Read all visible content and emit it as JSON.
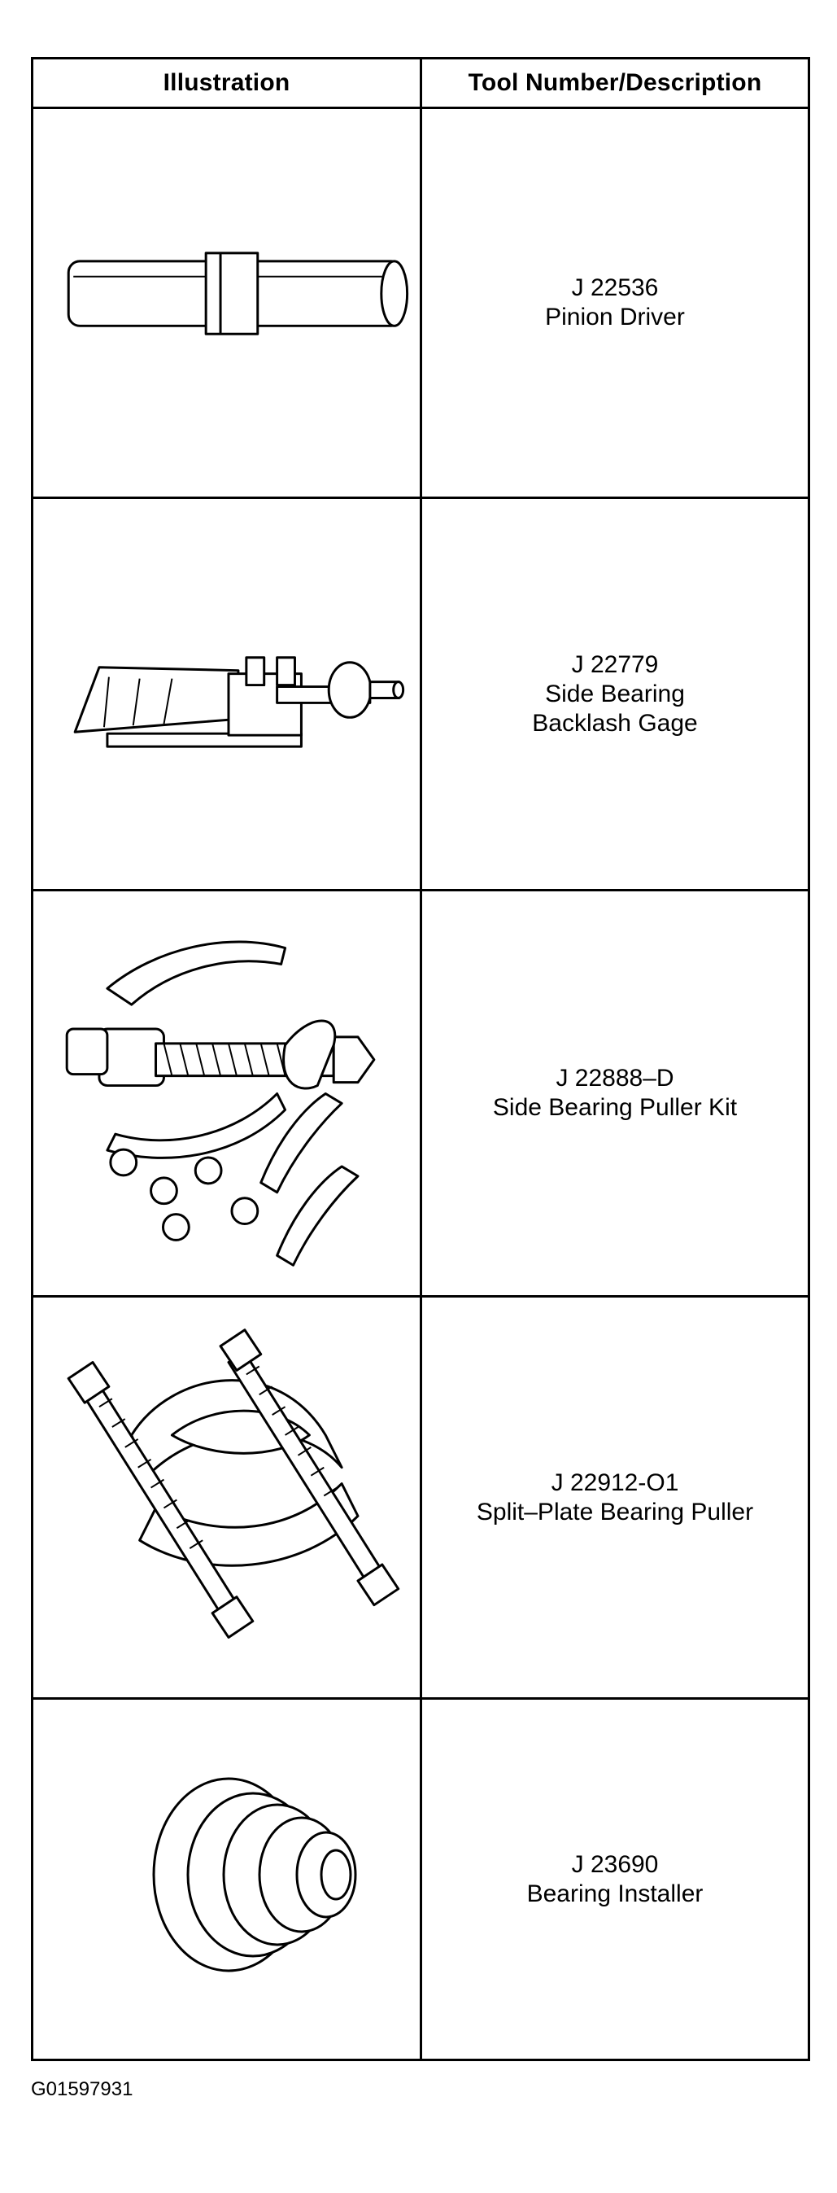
{
  "header": {
    "illustration": "Illustration",
    "description": "Tool Number/Description"
  },
  "rows": [
    {
      "number": "J 22536",
      "lines": [
        "Pinion Driver"
      ],
      "icon": "pinion-driver-icon"
    },
    {
      "number": "J 22779",
      "lines": [
        "Side Bearing",
        "Backlash Gage"
      ],
      "icon": "backlash-gage-icon"
    },
    {
      "number": "J 22888–D",
      "lines": [
        "Side Bearing Puller Kit"
      ],
      "icon": "bearing-puller-kit-icon"
    },
    {
      "number": "J 22912-O1",
      "lines": [
        "Split–Plate Bearing Puller"
      ],
      "icon": "split-plate-puller-icon"
    },
    {
      "number": "J 23690",
      "lines": [
        "Bearing Installer"
      ],
      "icon": "bearing-installer-icon"
    }
  ],
  "footer_code": "G01597931"
}
